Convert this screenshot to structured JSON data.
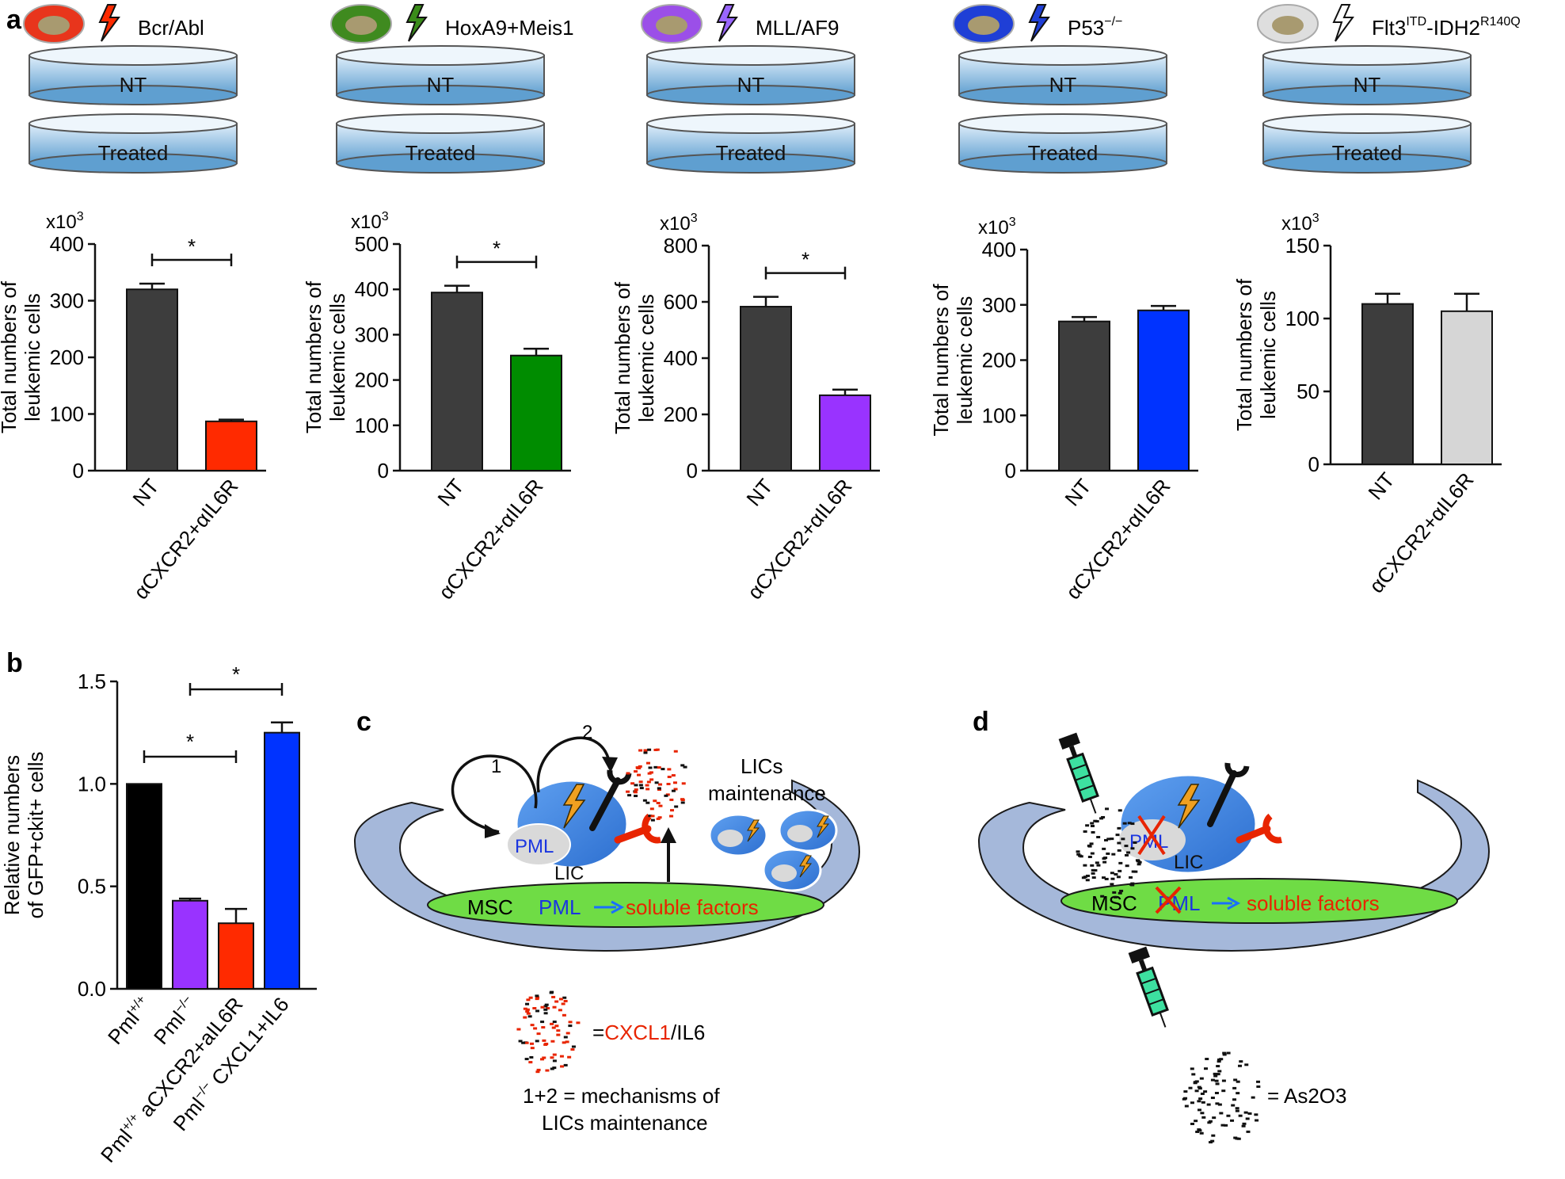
{
  "panels": {
    "a": "a",
    "b": "b",
    "c": "c",
    "d": "d"
  },
  "colors": {
    "nt_bar": "#3d3d3d",
    "bcr_abl": "#ff2a00",
    "hoxa9_meis1": "#008c00",
    "mll_af9": "#9933ff",
    "p53": "#0033ff",
    "flt3_idh2": "#d6d6d6",
    "pml_wt": "#000000",
    "pml_ko": "#9933ff",
    "pml_ko_cxcl1": "#0033ff",
    "cell_blue": "#3b82e0",
    "msc_green": "#6fdc45",
    "niche": "#a5b8da",
    "cxcl1_red": "#e82400",
    "dish_blue": "#6fa8d6"
  },
  "dishes": [
    {
      "label": "Bcr/Abl",
      "cell_color": "#e8351c",
      "bolt_color": "#ff2a00"
    },
    {
      "label": "HoxA9+Meis1",
      "cell_color": "#3f8a1f",
      "bolt_color": "#3a8c1a"
    },
    {
      "label": "MLL/AF9",
      "cell_color": "#9b4fe8",
      "bolt_color": "#9966ff"
    },
    {
      "label": "P53",
      "label_sup": "−/−",
      "cell_color": "#1f3fd6",
      "bolt_color": "#1f3fd6"
    },
    {
      "label": "Flt3",
      "label_sup": "ITD",
      "label_mid": "-IDH2",
      "label_sup2": "R140Q",
      "cell_color": "#dedede",
      "bolt_color": "#ffffff"
    }
  ],
  "dish_labels": {
    "top": "NT",
    "bottom": "Treated"
  },
  "chart_data": [
    {
      "type": "bar",
      "panel": "a",
      "categories": [
        "NT",
        "αCXCR2+αIL6R"
      ],
      "values": [
        320,
        87
      ],
      "errors": [
        10,
        3
      ],
      "ylim": [
        0,
        400
      ],
      "yticks": [
        "0",
        "100",
        "200",
        "300",
        "400"
      ],
      "multiplier": "x10",
      "multiplier_exp": "3",
      "ylabel": [
        "Total numbers of",
        "leukemic cells"
      ],
      "significance": "*",
      "colors": [
        "#3d3d3d",
        "#ff2a00"
      ]
    },
    {
      "type": "bar",
      "panel": "a",
      "categories": [
        "NT",
        "αCXCR2+αIL6R"
      ],
      "values": [
        393,
        254
      ],
      "errors": [
        15,
        15
      ],
      "ylim": [
        0,
        500
      ],
      "yticks": [
        "0",
        "100",
        "200",
        "300",
        "400",
        "500"
      ],
      "multiplier": "x10",
      "multiplier_exp": "3",
      "ylabel": [
        "Total numbers of",
        "leukemic cells"
      ],
      "significance": "*",
      "colors": [
        "#3d3d3d",
        "#008c00"
      ]
    },
    {
      "type": "bar",
      "panel": "a",
      "categories": [
        "NT",
        "αCXCR2+αIL6R"
      ],
      "values": [
        583,
        268
      ],
      "errors": [
        35,
        20
      ],
      "ylim": [
        0,
        800
      ],
      "yticks": [
        "0",
        "200",
        "400",
        "600",
        "800"
      ],
      "multiplier": "x10",
      "multiplier_exp": "3",
      "ylabel": [
        "Total numbers of",
        "leukemic cells"
      ],
      "significance": "*",
      "colors": [
        "#3d3d3d",
        "#9933ff"
      ]
    },
    {
      "type": "bar",
      "panel": "a",
      "categories": [
        "NT",
        "αCXCR2+αIL6R"
      ],
      "values": [
        270,
        290
      ],
      "errors": [
        8,
        8
      ],
      "ylim": [
        0,
        400
      ],
      "yticks": [
        "0",
        "100",
        "200",
        "300",
        "400"
      ],
      "multiplier": "x10",
      "multiplier_exp": "3",
      "ylabel": [
        "Total numbers of",
        "leukemic cells"
      ],
      "significance": "",
      "colors": [
        "#3d3d3d",
        "#0033ff"
      ]
    },
    {
      "type": "bar",
      "panel": "a",
      "categories": [
        "NT",
        "αCXCR2+αIL6R"
      ],
      "values": [
        110,
        105
      ],
      "errors": [
        7,
        12
      ],
      "ylim": [
        0,
        150
      ],
      "yticks": [
        "0",
        "50",
        "100",
        "150"
      ],
      "multiplier": "x10",
      "multiplier_exp": "3",
      "ylabel": [
        "Total numbers of",
        "leukemic cells"
      ],
      "significance": "",
      "colors": [
        "#3d3d3d",
        "#d6d6d6"
      ]
    },
    {
      "type": "bar",
      "panel": "b",
      "categories": [
        "Pml+/+",
        "Pml−/−",
        "Pml+/+ aCXCR2+aIL6R",
        "Pml−/− CXCL1+IL6"
      ],
      "values": [
        1.0,
        0.43,
        0.32,
        1.25
      ],
      "errors": [
        0,
        0.01,
        0.07,
        0.05
      ],
      "ylim": [
        0,
        1.5
      ],
      "yticks": [
        "0.0",
        "0.5",
        "1.0",
        "1.5"
      ],
      "ylabel": [
        "Relative numbers",
        "of GFP+ckit+ cells"
      ],
      "significance": [
        "*",
        "*"
      ],
      "colors": [
        "#000000",
        "#9933ff",
        "#ff2a00",
        "#0033ff"
      ]
    }
  ],
  "xlabels_b": [
    {
      "base": "Pml",
      "sup": "+/+",
      "rest": ""
    },
    {
      "base": "Pml",
      "sup": "−/−",
      "rest": ""
    },
    {
      "base": "Pml",
      "sup": "+/+",
      "rest": " aCXCR2+aIL6R"
    },
    {
      "base": "Pml",
      "sup": "−/−",
      "rest": " CXCL1+IL6"
    }
  ],
  "schematic_c": {
    "arrow1": "1",
    "arrow2": "2",
    "lics": "LICs",
    "maintenance": "maintenance",
    "pml": "PML",
    "lic": "LIC",
    "msc": "MSC",
    "soluble": "soluble factors",
    "legend_eq": "=",
    "legend_cxcl1": "CXCL1",
    "legend_il6": "/IL6",
    "mech_line1": "1+2 = mechanisms of",
    "mech_line2": "LICs maintenance"
  },
  "schematic_d": {
    "pml": "PML",
    "lic": "LIC",
    "msc": "MSC",
    "soluble": "soluble factors",
    "as2o3": "= As2O3"
  }
}
